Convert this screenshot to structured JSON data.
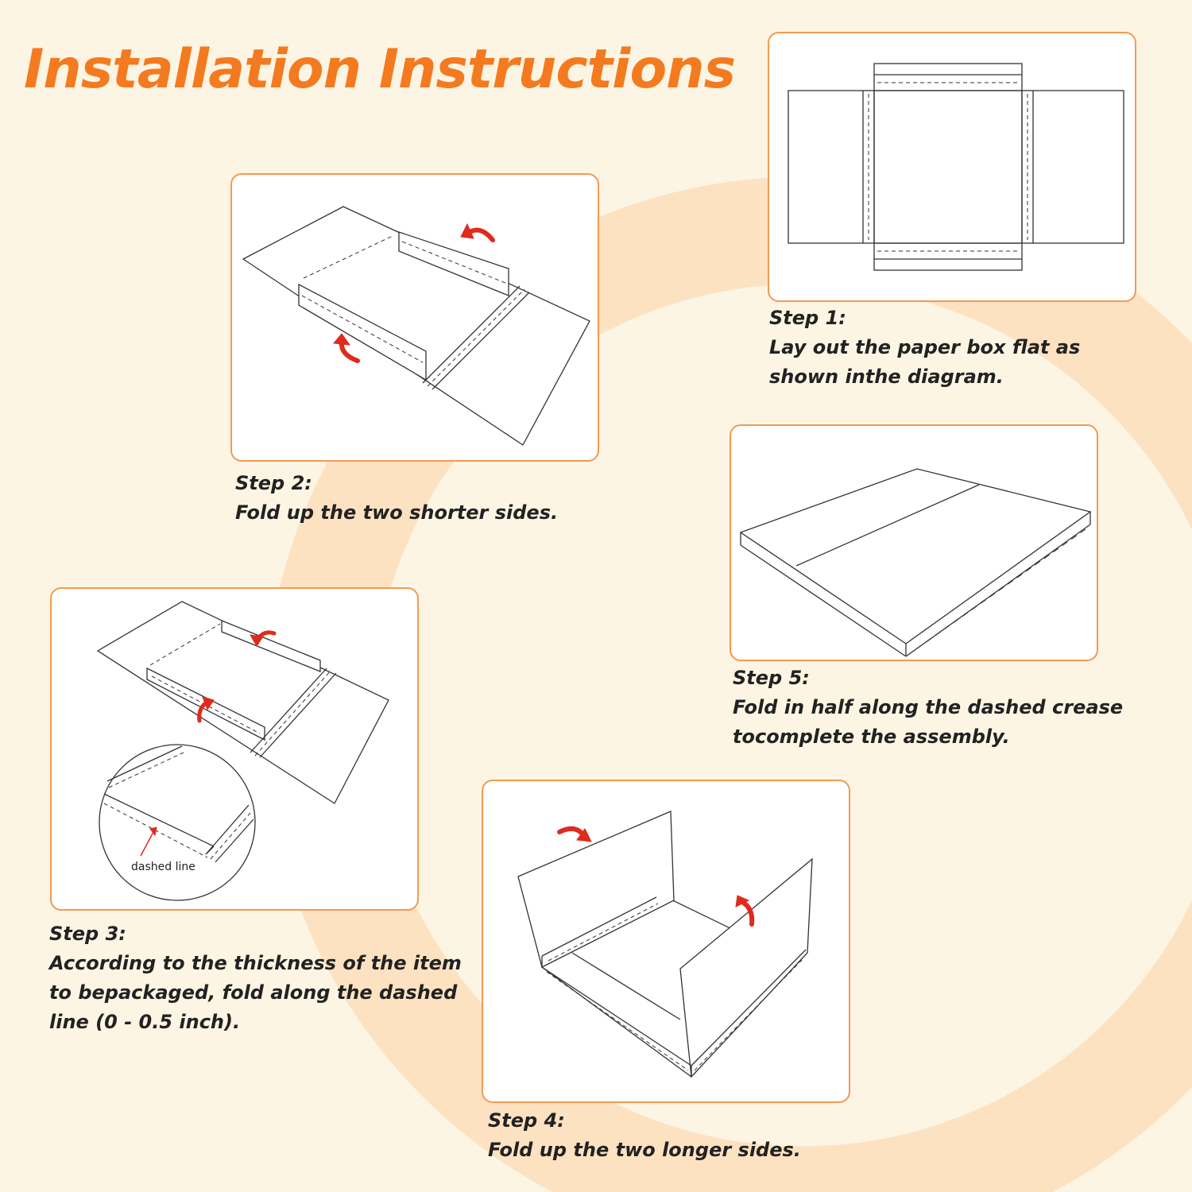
{
  "page": {
    "title": "Installation Instructions",
    "accent_color": "#f47a20",
    "background_color": "#fdf5e4",
    "ring_color": "#fde2c2",
    "arrow_color": "#e02a1e"
  },
  "steps": [
    {
      "id": "step1",
      "label": "Step 1:",
      "lines": [
        "Lay out the paper box flat as",
        "shown inthe diagram."
      ]
    },
    {
      "id": "step2",
      "label": "Step 2:",
      "lines": [
        "Fold up the two shorter sides."
      ]
    },
    {
      "id": "step3",
      "label": "Step 3:",
      "lines": [
        "According to the thickness of the item",
        "to bepackaged, fold along the dashed",
        "line (0 - 0.5 inch)."
      ],
      "callout": "dashed line"
    },
    {
      "id": "step4",
      "label": "Step 4:",
      "lines": [
        "Fold up the two longer sides."
      ]
    },
    {
      "id": "step5",
      "label": "Step 5:",
      "lines": [
        "Fold in half along the dashed crease",
        "tocomplete the assembly."
      ]
    }
  ]
}
